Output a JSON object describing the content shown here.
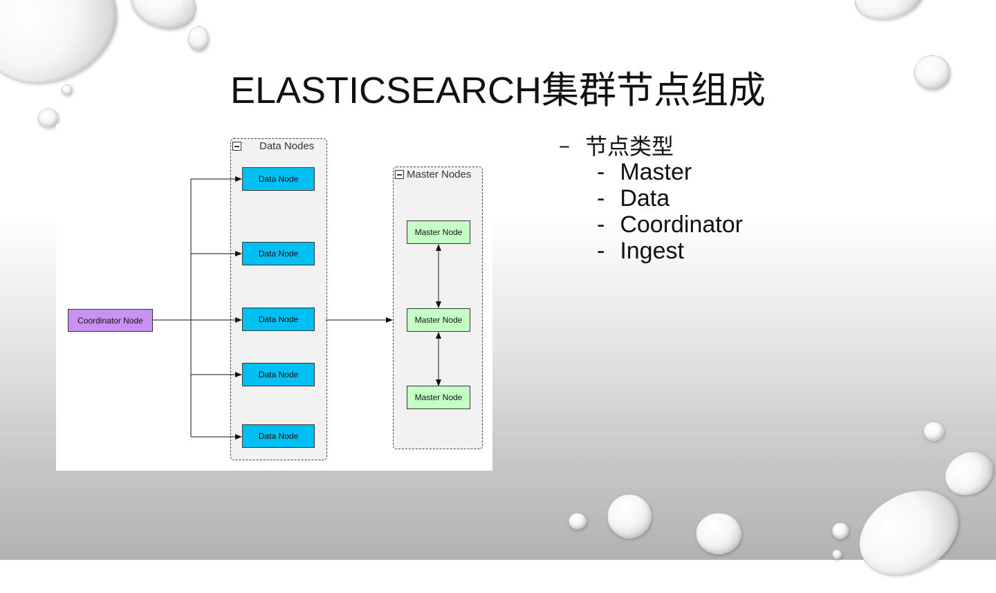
{
  "slide": {
    "title": "ELASTICSEARCH集群节点组成"
  },
  "diagram": {
    "data_group": {
      "label": "Data Nodes"
    },
    "master_group": {
      "label": "Master Nodes"
    },
    "coordinator": "Coordinator Node",
    "data_nodes": [
      "Data Node",
      "Data Node",
      "Data Node",
      "Data Node",
      "Data Node"
    ],
    "master_nodes": [
      "Master Node",
      "Master Node",
      "Master Node"
    ]
  },
  "bullets": {
    "heading_marker": "–",
    "heading": "节点类型",
    "item_marker": "-",
    "items": [
      "Master",
      "Data",
      "Coordinator",
      "Ingest"
    ]
  }
}
